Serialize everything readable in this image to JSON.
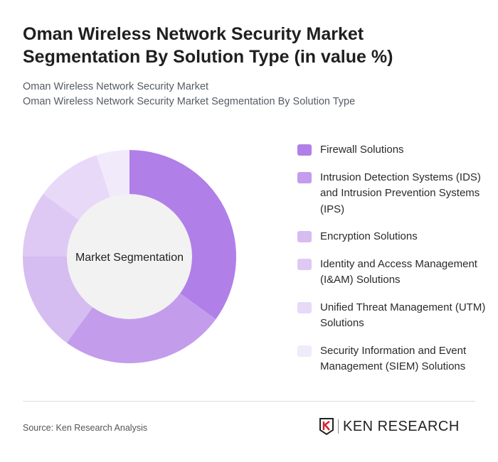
{
  "title": "Oman Wireless Network Security Market Segmentation By Solution Type (in value %)",
  "subtitle1": "Oman Wireless Network Security Market",
  "subtitle2": "Oman Wireless Network Security Market Segmentation By Solution Type",
  "source": "Source: Ken Research Analysis",
  "logo_text": "KEN RESEARCH",
  "chart_data": {
    "type": "pie",
    "variant": "donut",
    "center_label": "Market Segmentation",
    "categories": [
      "Firewall Solutions",
      "Intrusion Detection Systems (IDS) and Intrusion Prevention Systems (IPS)",
      "Encryption Solutions",
      "Identity and Access Management (I&AM) Solutions",
      "Unified Threat Management (UTM) Solutions",
      "Security Information and Event Management (SIEM) Solutions"
    ],
    "values": [
      35,
      25,
      15,
      10,
      10,
      5
    ],
    "colors": [
      "#b07fe8",
      "#c39cec",
      "#d5bcf1",
      "#dec9f4",
      "#e8d9f8",
      "#f1eafb"
    ],
    "legend_position": "right"
  }
}
